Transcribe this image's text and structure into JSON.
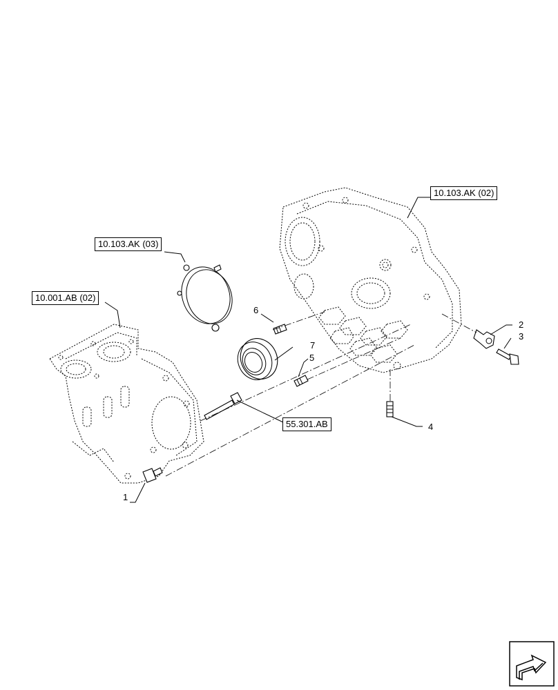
{
  "reference_boxes": {
    "housing_ref": "10.103.AK (02)",
    "cover_ref": "10.103.AK (03)",
    "block_ref": "10.001.AB (02)",
    "bolt_ref": "55.301.AB"
  },
  "callouts": {
    "c1": "1",
    "c2": "2",
    "c3": "3",
    "c4": "4",
    "c5": "5",
    "c6": "6",
    "c7": "7"
  },
  "icons": {
    "navigation": "next-page-arrow-icon"
  },
  "colors": {
    "line": "#000000",
    "background": "#ffffff"
  }
}
